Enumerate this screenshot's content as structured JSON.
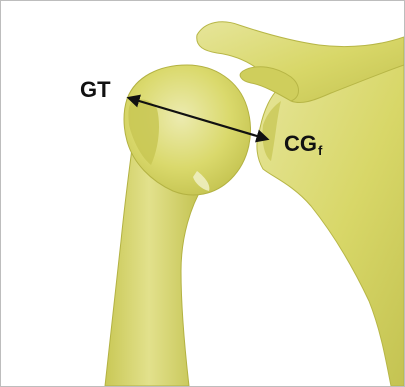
{
  "labels": {
    "gt": "GT",
    "cg_main": "CG",
    "cg_subscript": "f"
  },
  "colors": {
    "bone_fill": "#d9d86a",
    "bone_shadow": "#b9b84a",
    "bone_highlight": "#ecebb0",
    "arrow": "#111111",
    "background": "#ffffff"
  }
}
